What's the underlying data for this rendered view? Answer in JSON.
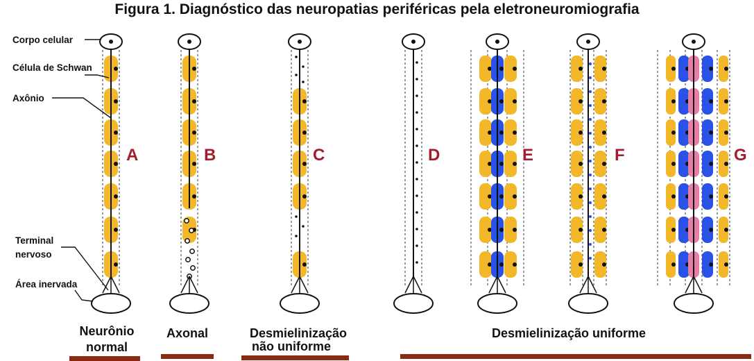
{
  "title": "Figura 1. Diagnóstico das neuropatias periféricas pela eletroneuromiografia",
  "labels": {
    "corpo": "Corpo celular",
    "schwan": "Célula de Schwan",
    "axonio": "Axônio",
    "terminal_1": "Terminal",
    "terminal_2": "nervoso",
    "area": "Área inervada"
  },
  "panels": [
    "A",
    "B",
    "C",
    "D",
    "E",
    "F",
    "G"
  ],
  "captions": {
    "normal_1": "Neurônio",
    "normal_2": "normal",
    "axonal": "Axonal",
    "nonuniform_1": "Desmielinização",
    "nonuniform_2": "não uniforme",
    "uniform": "Desmielinização uniforme"
  },
  "colors": {
    "myelin": "#f3b82a",
    "remyelin_blue": "#2b52e6",
    "remyelin_pink": "#e67fa8",
    "letter": "#a51c2e",
    "bar": "#8b2a12"
  }
}
